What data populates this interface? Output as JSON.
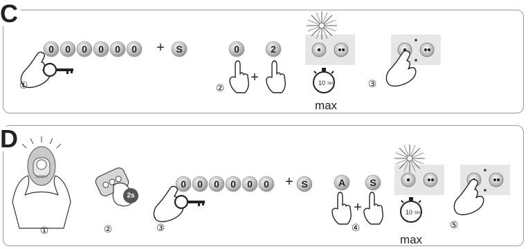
{
  "section_c": {
    "letter": "C",
    "code_keys": [
      "0",
      "0",
      "0",
      "0",
      "0",
      "0"
    ],
    "plus": "+",
    "key_s": "S",
    "key_0": "0",
    "key_2": "2",
    "timer_label": "10",
    "timer_unit": "SEC",
    "max_label": "max",
    "steps": [
      "①",
      "②",
      "③"
    ]
  },
  "section_d": {
    "letter": "D",
    "remote_label": "2s",
    "code_keys": [
      "0",
      "0",
      "0",
      "0",
      "0",
      "0"
    ],
    "plus": "+",
    "key_s": "S",
    "key_a": "A",
    "timer_label": "10",
    "timer_unit": "SEC",
    "max_label": "max",
    "steps": [
      "①",
      "②",
      "③",
      "④",
      "⑤"
    ]
  },
  "colors": {
    "border": "#9a9a9a",
    "key_fill": "#bdbdbd",
    "led_panel": "#e6e6e6"
  }
}
